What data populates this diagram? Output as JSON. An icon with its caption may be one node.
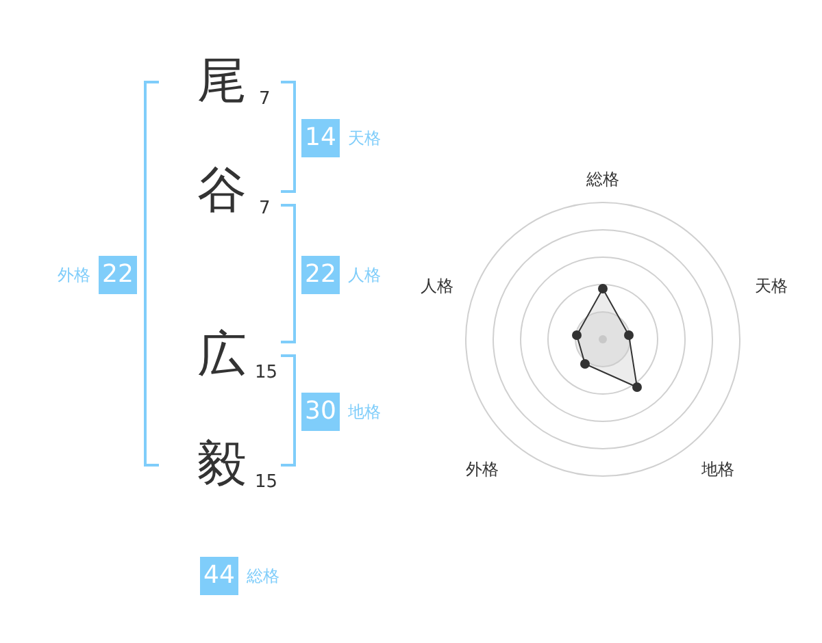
{
  "diagram": {
    "nodes": [
      {
        "text": [
          "14"
        ],
        "beside": [
          "天格"
        ]
      },
      {
        "text": [
          "22"
        ],
        "beside": [
          "外格"
        ]
      },
      {
        "text": [
          "22"
        ],
        "beside": [
          "人格"
        ]
      },
      {
        "text": [
          "30"
        ],
        "beside": [
          "地格"
        ]
      },
      {
        "text": [
          "44"
        ],
        "beside": [
          "総格"
        ]
      }
    ],
    "labels": [
      "尾",
      "7",
      "谷",
      "7",
      "広",
      "15",
      "毅",
      "15",
      "総格",
      "人格",
      "天格",
      "外格",
      "地格"
    ]
  }
}
